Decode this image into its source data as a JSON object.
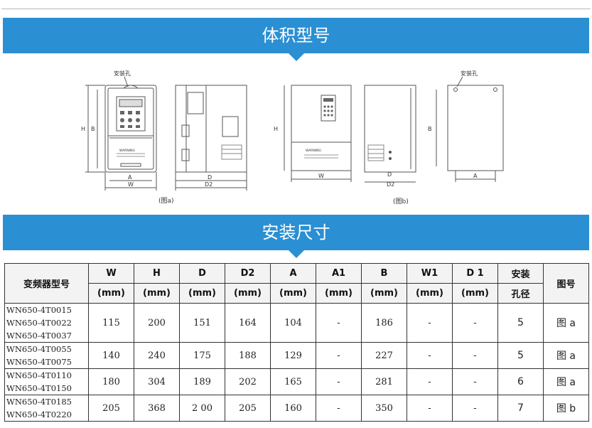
{
  "sections": {
    "dimensions_title": "体积型号",
    "install_title": "安装尺寸"
  },
  "figures": {
    "a_label": "(图a)",
    "b_label": "(图b)",
    "mount_hole_a": "安装孔",
    "mount_hole_b": "安装孔",
    "warning_text": "WARNING",
    "dims": {
      "H": "H",
      "B": "B",
      "A": "A",
      "W": "W",
      "D": "D",
      "D2": "D2"
    }
  },
  "table": {
    "headers": [
      {
        "top": "变频器型号",
        "bottom": ""
      },
      {
        "top": "W",
        "bottom": "(mm)"
      },
      {
        "top": "H",
        "bottom": "(mm)"
      },
      {
        "top": "D",
        "bottom": "(mm)"
      },
      {
        "top": "D2",
        "bottom": "(mm)"
      },
      {
        "top": "A",
        "bottom": "(mm)"
      },
      {
        "top": "A1",
        "bottom": "(mm)"
      },
      {
        "top": "B",
        "bottom": "(mm)"
      },
      {
        "top": "W1",
        "bottom": "(mm)"
      },
      {
        "top": "D 1",
        "bottom": "(mm)"
      },
      {
        "top": "安装",
        "bottom": "孔径"
      },
      {
        "top": "图号",
        "bottom": ""
      }
    ],
    "rows": [
      {
        "models": [
          "WN650-4T0015",
          "WN650-4T0022",
          "WN650-4T0037"
        ],
        "W": "115",
        "H": "200",
        "D": "151",
        "D2": "164",
        "A": "104",
        "A1": "-",
        "B": "186",
        "W1": "-",
        "D1": "-",
        "hole": "5",
        "fig": "图 a"
      },
      {
        "models": [
          "WN650-4T0055",
          "WN650-4T0075"
        ],
        "W": "140",
        "H": "240",
        "D": "175",
        "D2": "188",
        "A": "129",
        "A1": "-",
        "B": "227",
        "W1": "-",
        "D1": "-",
        "hole": "5",
        "fig": "图 a"
      },
      {
        "models": [
          "WN650-4T0110",
          "WN650-4T0150"
        ],
        "W": "180",
        "H": "304",
        "D": "189",
        "D2": "202",
        "A": "165",
        "A1": "-",
        "B": "281",
        "W1": "-",
        "D1": "-",
        "hole": "6",
        "fig": "图 a"
      },
      {
        "models": [
          "WN650-4T0185",
          "WN650-4T0220"
        ],
        "W": "205",
        "H": "368",
        "D": "2 00",
        "D2": "205",
        "A": "160",
        "A1": "-",
        "B": "350",
        "W1": "-",
        "D1": "-",
        "hole": "7",
        "fig": "图 b"
      }
    ]
  },
  "colors": {
    "banner": "#2a8fd3",
    "line": "#555555"
  }
}
